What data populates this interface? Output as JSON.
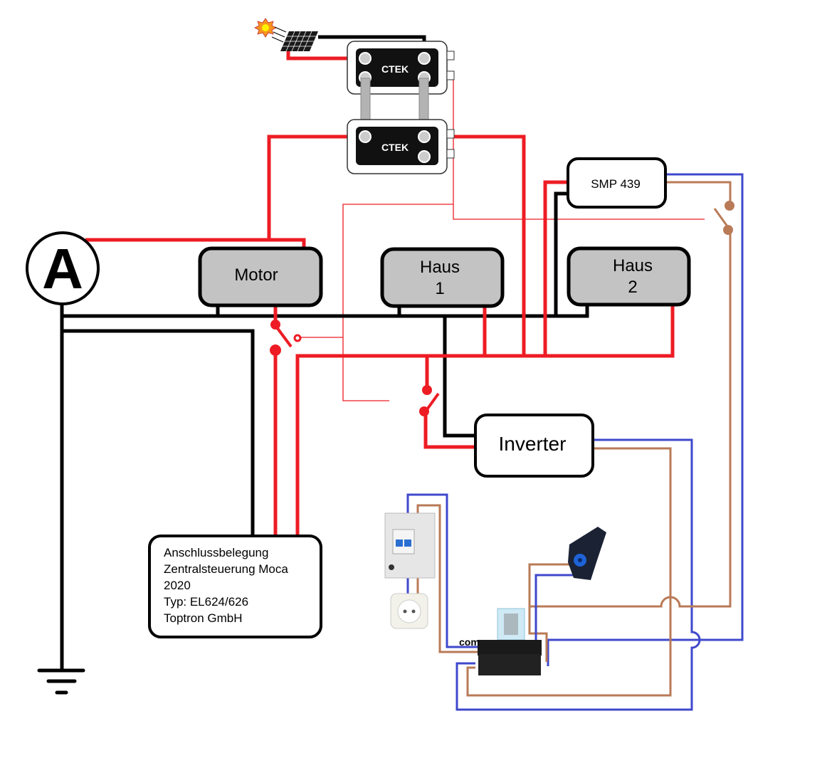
{
  "title": "Wiring diagram: solar, CTEK chargers, batteries, inverter, shore power relay",
  "colors": {
    "positive_wire": "#ed1c24",
    "negative_wire": "#000000",
    "ac_neutral_wire": "#3f48cc",
    "ac_phase_wire": "#b97a57",
    "battery_fill": "#c3c3c3"
  },
  "components": {
    "ammeter": {
      "symbol": "A"
    },
    "solar_panel": {
      "icon": "solar-panel-icon"
    },
    "ctek_top": {
      "brand": "CTEK"
    },
    "ctek_bottom": {
      "brand": "CTEK"
    },
    "battery_motor": {
      "label": "Motor"
    },
    "battery_haus1": {
      "line1": "Haus",
      "line2": "1"
    },
    "battery_haus2": {
      "line1": "Haus",
      "line2": "2"
    },
    "smp": {
      "label": "SMP 439"
    },
    "inverter": {
      "label": "Inverter"
    },
    "control_unit": {
      "lines": [
        "Anschlussbelegung",
        "Zentralsteuerung Moca",
        "2020",
        "Typ: EL624/626",
        "Toptron GmbH"
      ]
    },
    "relay": {
      "terminal_label": "com"
    },
    "ground": {
      "icon": "ground-icon"
    },
    "breaker_box": {
      "icon": "circuit-breaker-icon"
    },
    "socket": {
      "icon": "schuko-socket-icon"
    },
    "shore_inlet": {
      "icon": "cee-inlet-icon"
    }
  }
}
